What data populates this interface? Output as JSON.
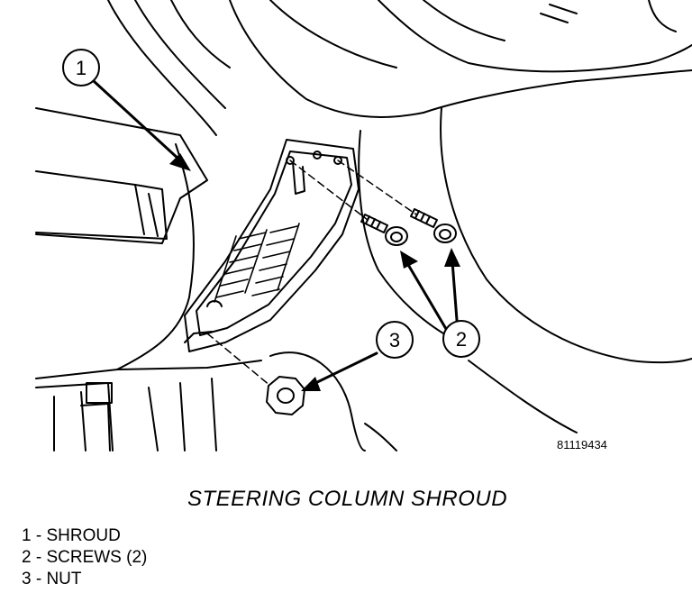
{
  "figure": {
    "number": "81119434",
    "caption": "STEERING COLUMN SHROUD"
  },
  "callouts": [
    {
      "id": "1",
      "label": "1"
    },
    {
      "id": "2",
      "label": "2"
    },
    {
      "id": "3",
      "label": "3"
    }
  ],
  "legend": [
    "1 - SHROUD",
    "2 - SCREWS (2)",
    "3 - NUT"
  ]
}
